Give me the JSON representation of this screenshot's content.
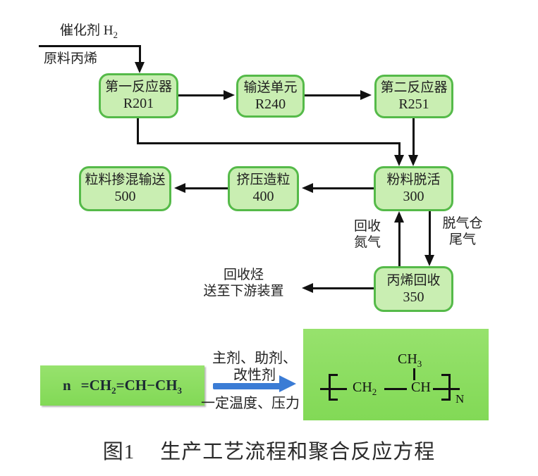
{
  "colors": {
    "flow_box_fill": "#c9eeb2",
    "flow_box_border": "#55ba49",
    "reaction_box_fill": "#8cdd5f",
    "reaction_arrow_blue": "#3b7cd5",
    "line_black": "#111111"
  },
  "flowchart": {
    "catalyst_label": {
      "text": "催化剂 H",
      "sub": "2"
    },
    "feed_label": "原料丙烯",
    "boxes": {
      "r201": {
        "line1": "第一反应器",
        "line2": "R201"
      },
      "r240": {
        "line1": "输送单元",
        "line2": "R240"
      },
      "r251": {
        "line1": "第二反应器",
        "line2": "R251"
      },
      "b500": {
        "line1": "粒料掺混输送",
        "line2": "500"
      },
      "b400": {
        "line1": "挤压造粒",
        "line2": "400"
      },
      "b300": {
        "line1": "粉料脱活",
        "line2": "300"
      },
      "b350": {
        "line1": "丙烯回收",
        "line2": "350"
      }
    },
    "labels": {
      "recycle_nitrogen_line1": "回收",
      "recycle_nitrogen_line2": "氮气",
      "offgas_line1": "脱气仓",
      "offgas_line2": "尾气",
      "recovered_line1": "回收烃",
      "recovered_line2": "送至下游装置"
    }
  },
  "reaction": {
    "monomer": {
      "coef": "n",
      "seg1": "=CH",
      "sub1": "2",
      "seg2": "=CH−CH",
      "sub2": "3"
    },
    "conditions_above_line1": "主剂、助剂、",
    "conditions_above_line2": "改性剂",
    "conditions_below": "一定温度、压力",
    "polymer": {
      "ch3": "CH",
      "ch3_sub": "3",
      "ch2": "CH",
      "ch2_sub": "2",
      "ch": "CH",
      "repeat_sub": "N"
    }
  },
  "caption": {
    "fig_no": "图1",
    "title": "生产工艺流程和聚合反应方程"
  }
}
